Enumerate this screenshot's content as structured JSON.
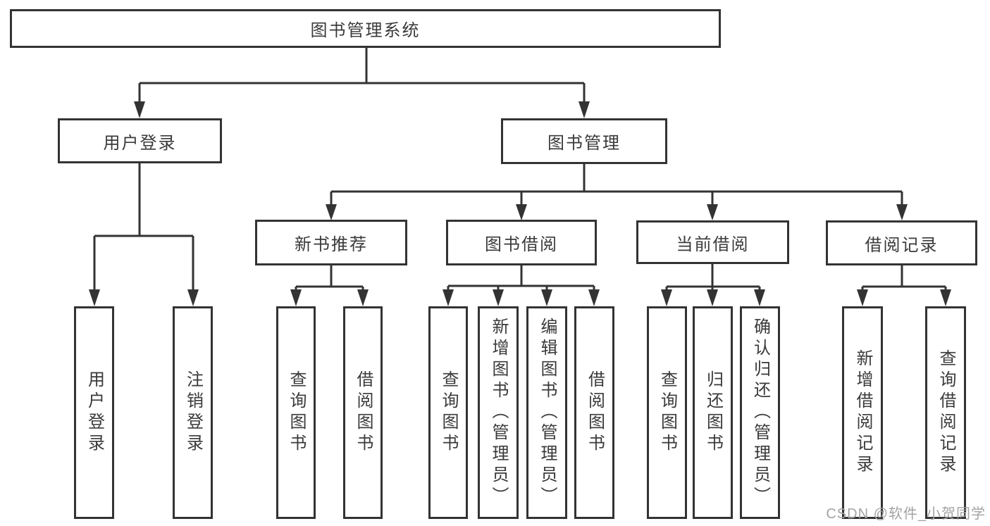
{
  "diagram": {
    "root": {
      "label": "图书管理系统"
    },
    "branches": [
      {
        "label": "用户登录",
        "children": [
          "用户登录",
          "注销登录"
        ]
      },
      {
        "label": "图书管理",
        "sections": [
          {
            "label": "新书推荐",
            "children": [
              "查询图书",
              "借阅图书"
            ]
          },
          {
            "label": "图书借阅",
            "children": [
              "查询图书",
              "新增图书（管理员）",
              "编辑图书（管理员）",
              "借阅图书"
            ]
          },
          {
            "label": "当前借阅",
            "children": [
              "查询图书",
              "归还图书",
              "确认归还（管理员）"
            ]
          },
          {
            "label": "借阅记录",
            "children": [
              "新增借阅记录",
              "查询借阅记录"
            ]
          }
        ]
      }
    ]
  },
  "colors": {
    "line": "#333333",
    "text": "#3a3a3a",
    "watermark": "#a3a3a3"
  },
  "watermark": {
    "text": "CSDN @软件_小贺同学"
  }
}
